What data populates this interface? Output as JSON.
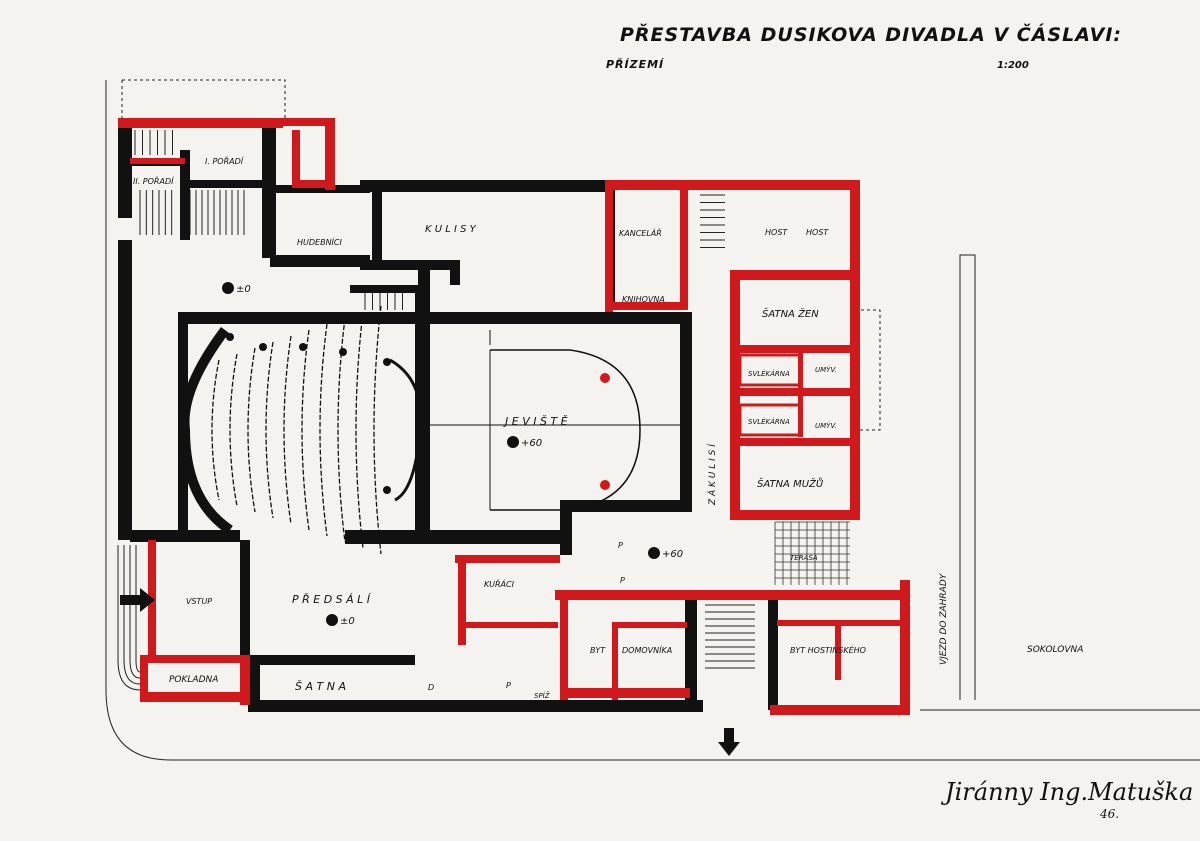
{
  "title": "PŘESTAVBA DUSIKOVA DIVADLA V ČÁSLAVI:",
  "subtitle": "PŘÍZEMÍ",
  "scale": "1:200",
  "colors": {
    "wall_black": "#111111",
    "wall_red": "#d0191c",
    "paper": "#f4f3ef",
    "line": "#222222"
  },
  "rooms": {
    "second_tier": "II. POŘADÍ",
    "first_tier": "I. POŘADÍ",
    "musicians": "HUDEBNÍCI",
    "wings": "K U L I S Y",
    "office": "KANCELÁŘ",
    "library": "KNIHOVNA",
    "guest1": "HOST",
    "guest2": "HOST",
    "women_dressing": "ŠATNA ŽEN",
    "changing1": "SVLÉKÁRNA",
    "wash1": "UMÝV.",
    "changing2": "SVLÉKÁRNA",
    "wash2": "UMÝV.",
    "men_dressing": "ŠATNA MUŽŮ",
    "backstage": "Z Á K U L I S Í",
    "stage": "J E V I Š T Ě",
    "terrace": "TERASA",
    "entrance": "VSTUP",
    "foyer": "P Ř E D S Á L Í",
    "smoking": "KUŘÁCI",
    "flat": "BYT",
    "caretaker": "DOMOVNÍKA",
    "innkeeper_flat": "BYT HOSTINSKÉHO",
    "box_office": "POKLADNA",
    "cloakroom": "Š A T N A",
    "pantry": "SPÍŽ",
    "d_mark": "D",
    "p_mark1": "P",
    "p_mark2": "P",
    "p_mark3": "P"
  },
  "levels": {
    "auditorium": "±0",
    "stage": "+60",
    "foyer": "±0",
    "backstage": "+60"
  },
  "outside": {
    "garden_road": "VJEZD DO ZAHRADY",
    "sokolovna": "SOKOLOVNA"
  },
  "signature": {
    "name": "Jiránny Ing.Matuška",
    "year": "46."
  }
}
